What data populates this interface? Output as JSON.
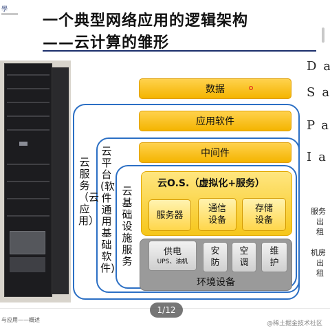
{
  "header": {
    "logo_text": "學",
    "title_line1": "一个典型网络应用的逻辑架构",
    "title_line2": "——云计算的雏形"
  },
  "edge_labels": {
    "d": "Da",
    "s": "Sa",
    "p": "Pa",
    "i": "Ia",
    "server_side_1": "服务",
    "server_side_2": "出租",
    "room_side_1": "机房",
    "room_side_2": "出租"
  },
  "diagram": {
    "cloud_service_label": "云服务（云应用）",
    "cloud_platform_label": "云平台(软件通用基础软件)",
    "cloud_infra_label": "云基础设施服务",
    "data_label": "数据",
    "app_software_label": "应用软件",
    "middleware_label": "中间件",
    "cloud_os_label": "云O.S.（虚拟化+服务）",
    "server_label": "服务器",
    "network_label": "通信设备",
    "storage_label": "存储设备",
    "power_label": "供电",
    "power_sub_label": "UPS、油机",
    "security_label": "安防",
    "ac_label": "空调",
    "maintenance_label": "维护",
    "environment_label": "环境设备"
  },
  "footer": {
    "left_text": "与应用——概述",
    "page_indicator": "1/12",
    "watermark": "@稀土掘金技术社区"
  },
  "colors": {
    "frame_blue": "#2b6fc4",
    "bar_orange": "#f4b400",
    "env_gray": "#9a9a9a"
  }
}
